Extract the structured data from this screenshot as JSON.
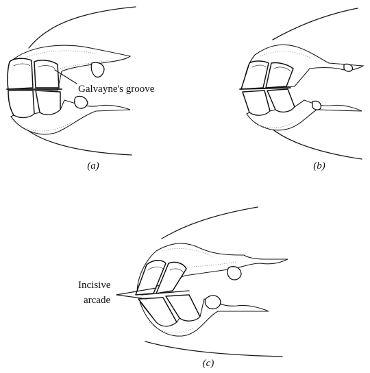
{
  "figure": {
    "panel_a": {
      "caption": "(a)",
      "callout": "Galvayne's groove"
    },
    "panel_b": {
      "caption": "(b)"
    },
    "panel_c": {
      "caption": "(c)",
      "callout_line1": "Incisive",
      "callout_line2": "arcade"
    }
  }
}
